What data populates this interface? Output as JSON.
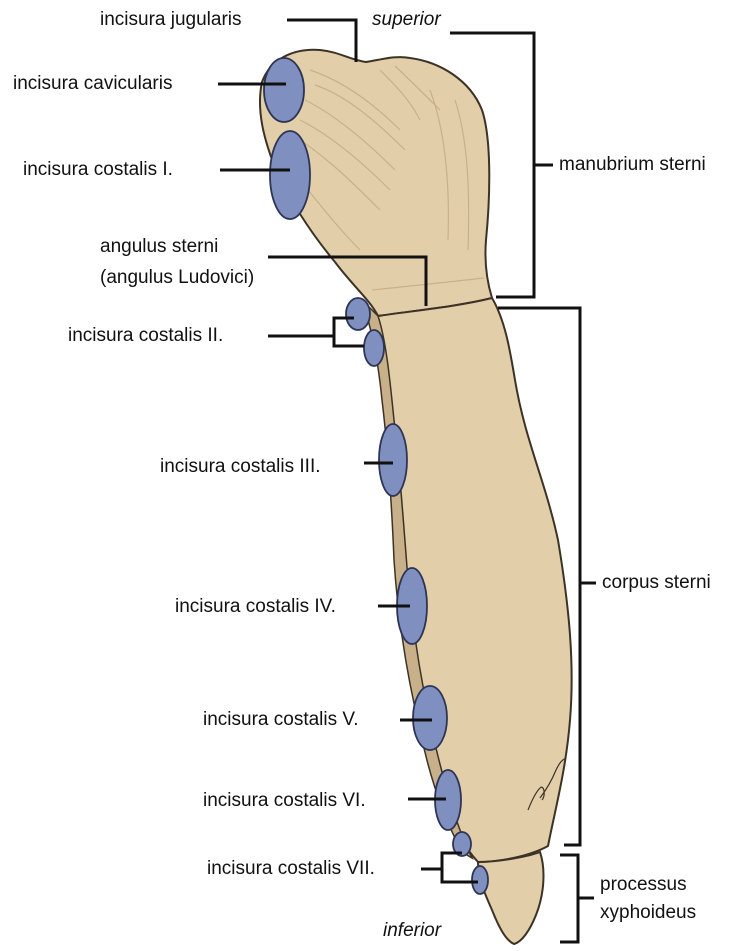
{
  "colors": {
    "bone_fill": "#e2cfa9",
    "bone_shade": "#c8b08a",
    "bone_outline": "#3c3226",
    "facet_fill": "#7f8fbf",
    "facet_outline": "#2e3454",
    "leader_line": "#111111"
  },
  "orientation": {
    "top": "superior",
    "bottom": "inferior"
  },
  "labels": {
    "incisura_jugularis": "incisura jugularis",
    "incisura_clavicularis": "incisura cavicularis",
    "incisura_costalis_1": "incisura costalis I.",
    "angulus_sterni_1": "angulus sterni",
    "angulus_sterni_2": "(angulus Ludovici)",
    "incisura_costalis_2": "incisura costalis II.",
    "incisura_costalis_3": "incisura costalis III.",
    "incisura_costalis_4": "incisura costalis IV.",
    "incisura_costalis_5": "incisura costalis V.",
    "incisura_costalis_6": "incisura costalis VI.",
    "incisura_costalis_7": "incisura costalis VII."
  },
  "regions": {
    "manubrium": "manubrium sterni",
    "corpus": "corpus sterni",
    "xiphoid_1": "processus",
    "xiphoid_2": "xyphoideus"
  }
}
